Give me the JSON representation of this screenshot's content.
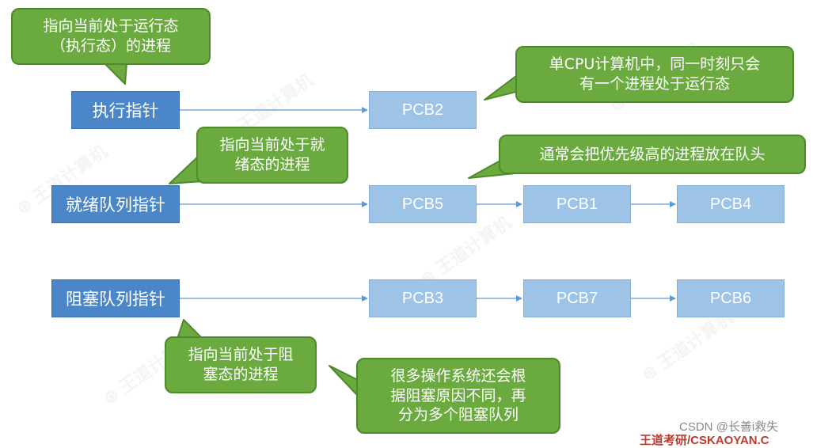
{
  "pointers": {
    "running": "执行指针",
    "ready": "就绪队列指针",
    "blocked": "阻塞队列指针"
  },
  "pcbs": {
    "running": [
      "PCB2"
    ],
    "ready": [
      "PCB5",
      "PCB1",
      "PCB4"
    ],
    "blocked": [
      "PCB3",
      "PCB7",
      "PCB6"
    ]
  },
  "callouts": {
    "running_ptr": [
      "指向当前处于运行态",
      "（执行态）的进程"
    ],
    "single_cpu": [
      "单CPU计算机中，同一时刻只会",
      "有一个进程处于运行态"
    ],
    "ready_ptr": [
      "指向当前处于就",
      "绪态的进程"
    ],
    "priority": [
      "通常会把优先级高的进程放在队头"
    ],
    "blocked_ptr": [
      "指向当前处于阻",
      "塞态的进程"
    ],
    "multi_queue": [
      "很多操作系统还会根",
      "据阻塞原因不同，再",
      "分为多个阻塞队列"
    ]
  },
  "credits": {
    "csdn": "CSDN @长善i救失",
    "brand": "王道考研/CSKAOYAN.C"
  },
  "colors": {
    "pointer_fill": "#4a86c8",
    "pcb_fill": "#9dc3e6",
    "callout_fill": "#6aaa3f",
    "arrow": "#5b9bd5",
    "brand": "#c0392b"
  }
}
